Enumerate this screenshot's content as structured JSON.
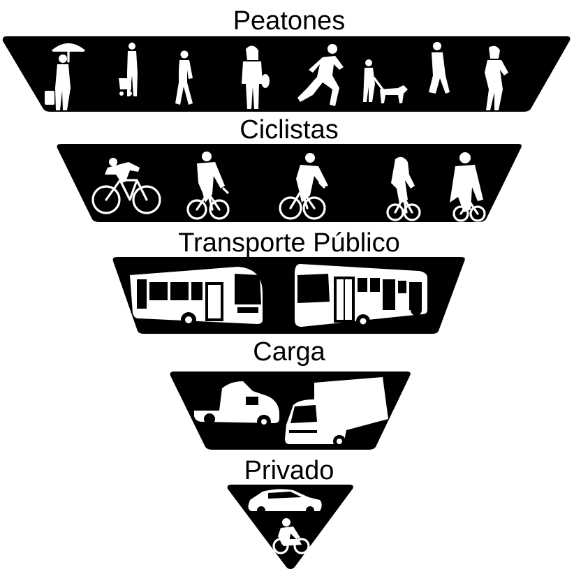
{
  "diagram": {
    "type": "inverted-pyramid",
    "colors": {
      "band": "#000000",
      "silhouette": "#ffffff",
      "background": "#ffffff"
    },
    "tiers": [
      {
        "label": "Peatones",
        "icons": [
          "person-umbrella-icon",
          "person-stroller-icon",
          "person-walking-icon",
          "woman-handbag-icon",
          "runner-icon",
          "person-dog-icon",
          "person-walking-icon",
          "woman-walking-icon"
        ]
      },
      {
        "label": "Ciclistas",
        "icons": [
          "racing-cyclist-icon",
          "cyclist-icon",
          "cyclist-icon",
          "cyclist-icon",
          "cyclist-icon"
        ]
      },
      {
        "label": "Transporte Público",
        "icons": [
          "bus-icon",
          "bus-icon"
        ]
      },
      {
        "label": "Carga",
        "icons": [
          "semi-truck-icon",
          "box-truck-icon"
        ]
      },
      {
        "label": "Privado",
        "icons": [
          "car-icon",
          "motorcycle-icon"
        ]
      }
    ]
  }
}
